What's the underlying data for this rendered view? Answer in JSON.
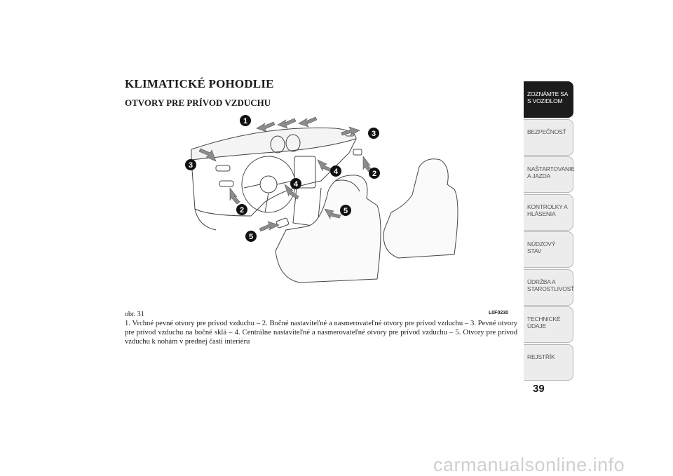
{
  "heading": {
    "title": "KLIMATICKÉ POHODLIE",
    "subtitle": "OTVORY PRE PRÍVOD VZDUCHU"
  },
  "figure": {
    "label": "obr. 31",
    "code": "L0F0230",
    "callouts": [
      "1",
      "2",
      "2",
      "3",
      "3",
      "4",
      "4",
      "5",
      "5"
    ]
  },
  "caption": "1. Vrchné pevné otvory pre prívod vzduchu – 2. Bočné nastaviteľné a nasmerovateľné otvory pre prívod vzduchu – 3. Pevné otvory pre prívod vzduchu na bočné sklá – 4. Centrálne nastaviteľné a nasmerovateľné otvory pre prívod vzduchu – 5. Otvory pre prívod vzduchu k nohám v prednej časti interiéru",
  "tabs": [
    {
      "label": "ZOZNÁMTE SA S VOZIDLOM",
      "active": true
    },
    {
      "label": "BEZPEČNOSŤ",
      "active": false
    },
    {
      "label": "NAŠTARTOVANIE A JAZDA",
      "active": false
    },
    {
      "label": "KONTROLKY A HLÁSENIA",
      "active": false
    },
    {
      "label": "NÚDZOVÝ STAV",
      "active": false
    },
    {
      "label": "ÚDRŽBA A STAROSTLIVOSŤ",
      "active": false
    },
    {
      "label": "TECHNICKÉ ÚDAJE",
      "active": false
    },
    {
      "label": "REJSTŘÍK",
      "active": false
    }
  ],
  "page_number": "39",
  "watermark": "carmanualsonline.info"
}
